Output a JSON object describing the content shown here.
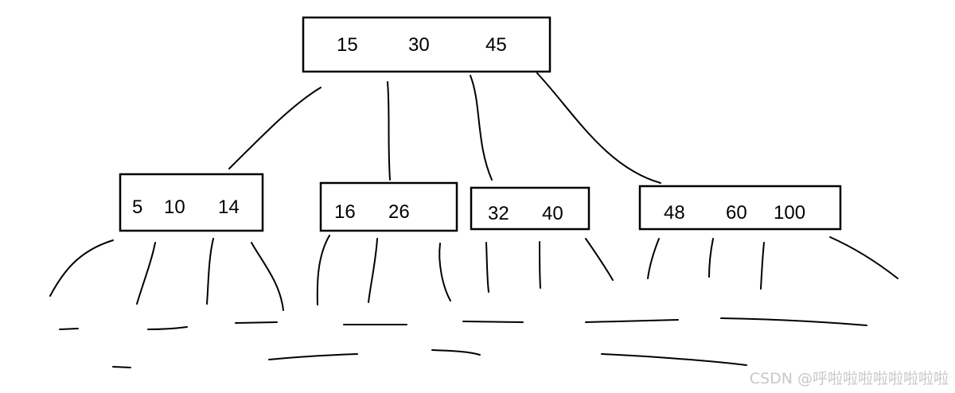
{
  "root": {
    "keys": [
      "15",
      "30",
      "45"
    ]
  },
  "children": [
    {
      "keys": [
        "5",
        "10",
        "14"
      ]
    },
    {
      "keys": [
        "16",
        "26"
      ]
    },
    {
      "keys": [
        "32",
        "40"
      ]
    },
    {
      "keys": [
        "48",
        "60",
        "100"
      ]
    }
  ],
  "watermark": "CSDN @呼啦啦啦啦啦啦啦啦"
}
